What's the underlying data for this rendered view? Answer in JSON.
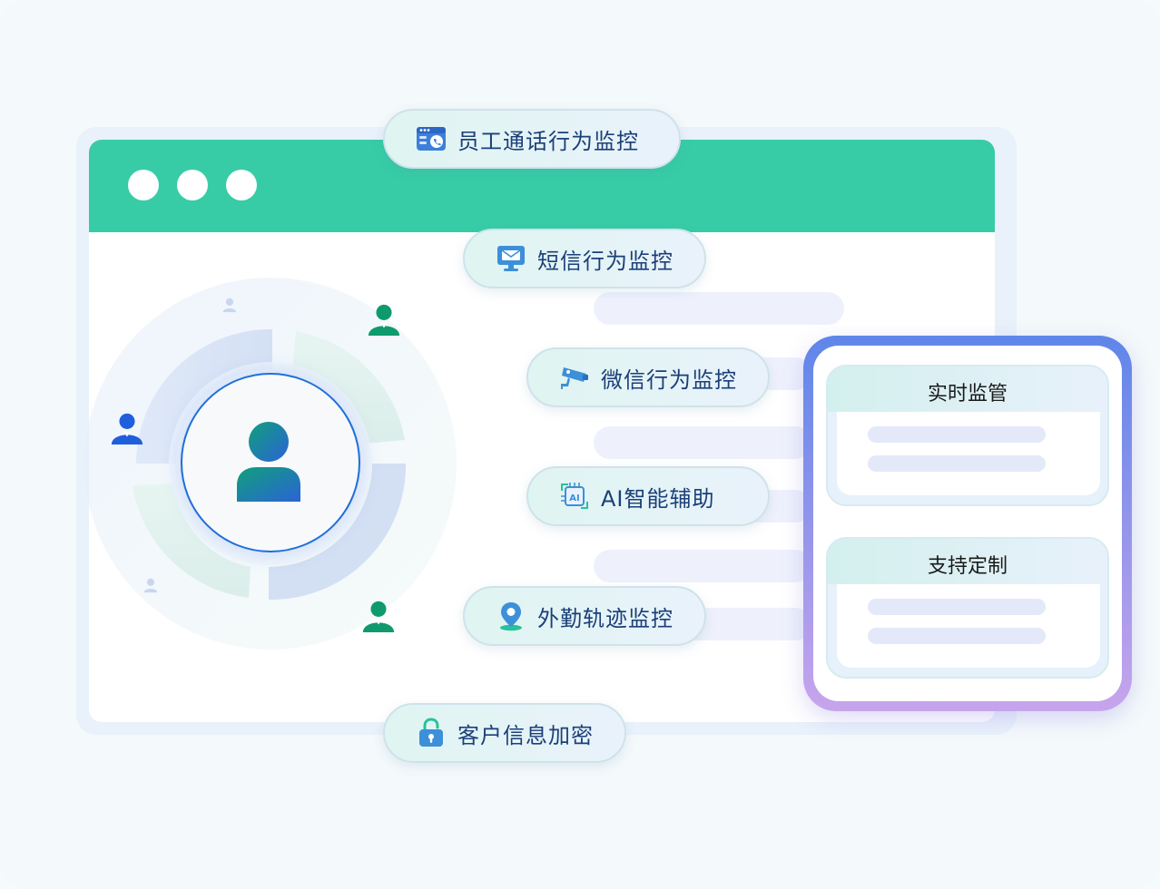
{
  "window": {
    "controls": [
      "close",
      "minimize",
      "maximize"
    ],
    "titlebar_color": "#37cca6"
  },
  "features": [
    {
      "label": "员工通话行为监控",
      "icon": "phone-call-window-icon"
    },
    {
      "label": "短信行为监控",
      "icon": "message-monitor-icon"
    },
    {
      "label": "微信行为监控",
      "icon": "camera-surveillance-icon"
    },
    {
      "label": "AI智能辅助",
      "icon": "ai-chip-icon"
    },
    {
      "label": "外勤轨迹监控",
      "icon": "location-pin-icon"
    },
    {
      "label": "客户信息加密",
      "icon": "padlock-icon"
    }
  ],
  "panel": {
    "cards": [
      {
        "title": "实时监管"
      },
      {
        "title": "支持定制"
      }
    ]
  },
  "colors": {
    "accent": "#37cca6",
    "label": "#1b3f78",
    "avatar_gradient_start": "#10a07a",
    "avatar_gradient_end": "#2b63d6",
    "person_green": "#0f9a6e",
    "person_blue": "#1f5fdc"
  }
}
